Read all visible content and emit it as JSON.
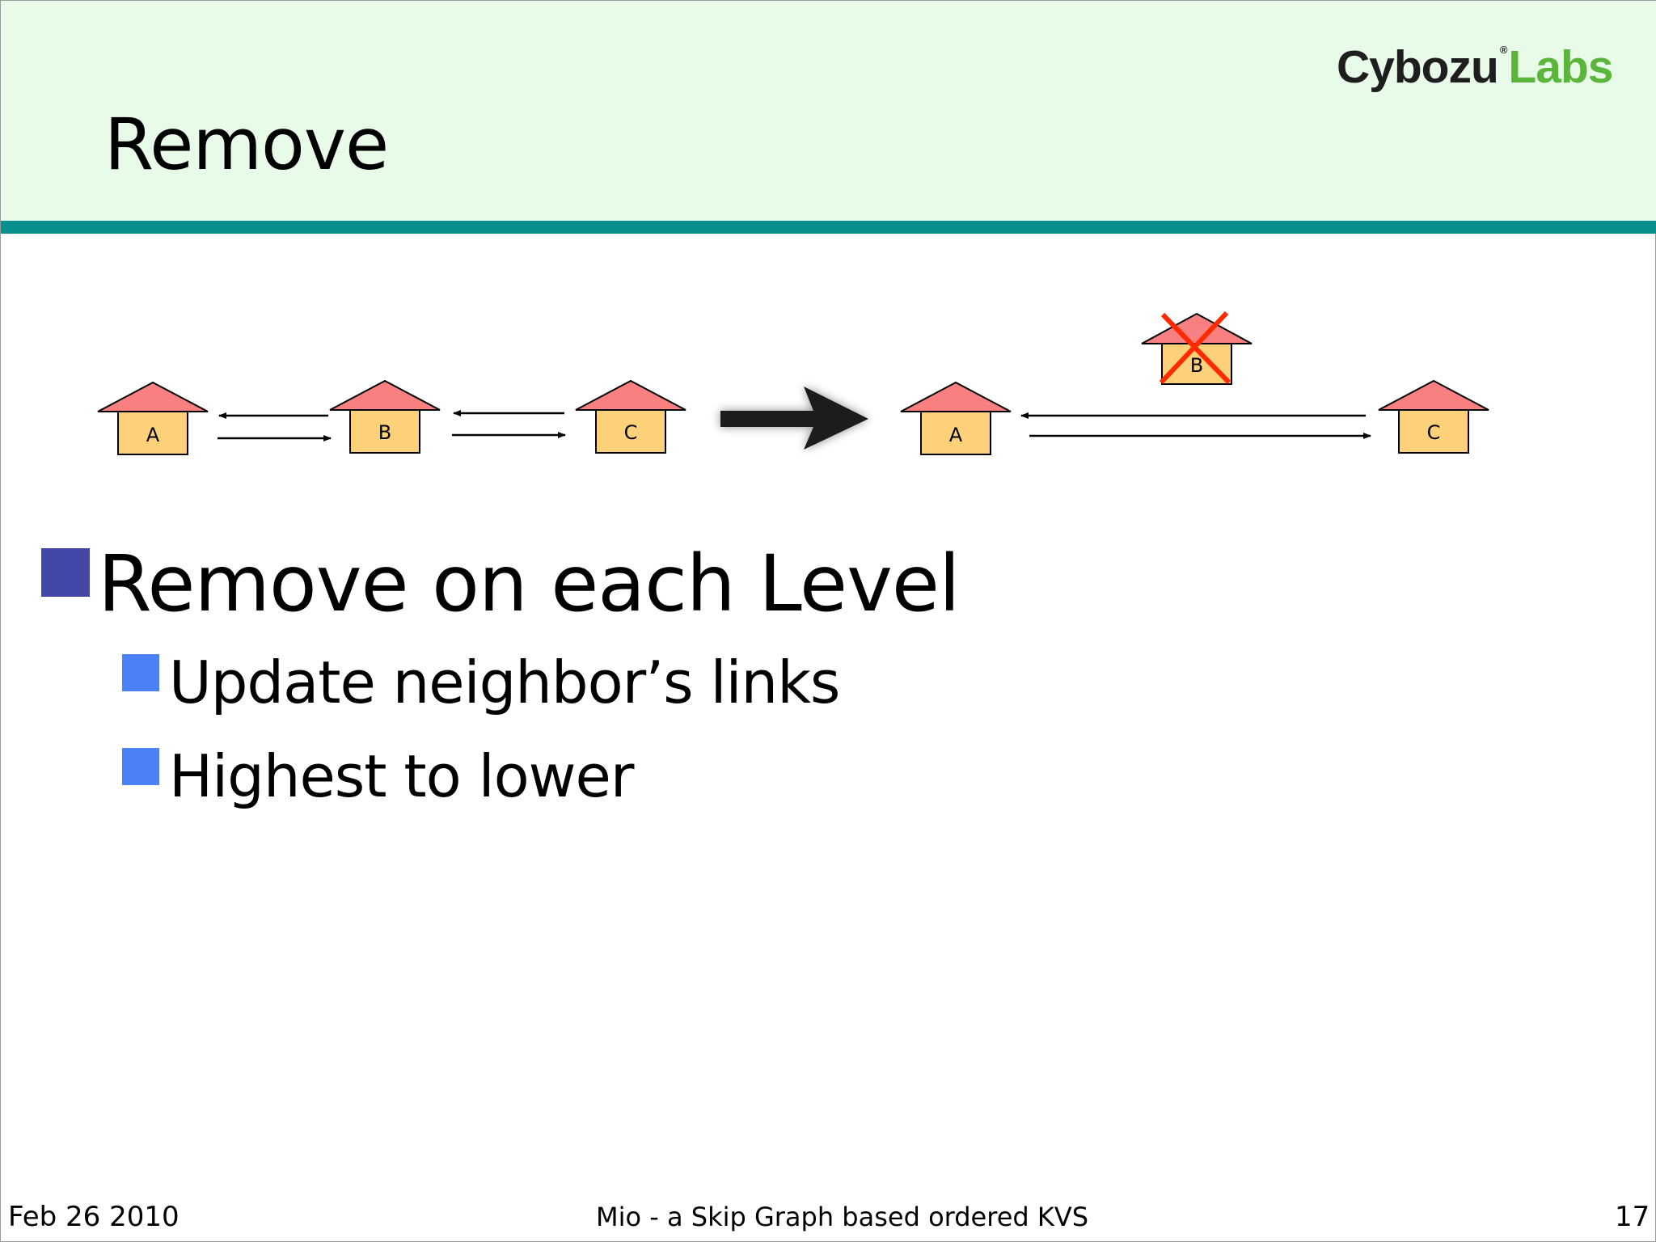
{
  "slide": {
    "title": "Remove",
    "logo_part1": "Cybozu",
    "logo_mark": "®",
    "logo_part2": "Labs"
  },
  "diagram": {
    "left_nodes": [
      "A",
      "B",
      "C"
    ],
    "right_nodes": [
      "A",
      "B",
      "C"
    ],
    "removed_node": "B",
    "colors": {
      "roof": "#f98080",
      "body": "#fdd17a",
      "cross": "#ff2a00",
      "arrow": "#1c1c1c"
    }
  },
  "bullets": {
    "level1": "Remove on each Level",
    "level2": [
      "Update neighbor’s links",
      "Highest to lower"
    ]
  },
  "footer": {
    "date": "Feb 26 2010",
    "presentation_title": "Mio - a Skip Graph based ordered KVS",
    "page_number": "17"
  }
}
